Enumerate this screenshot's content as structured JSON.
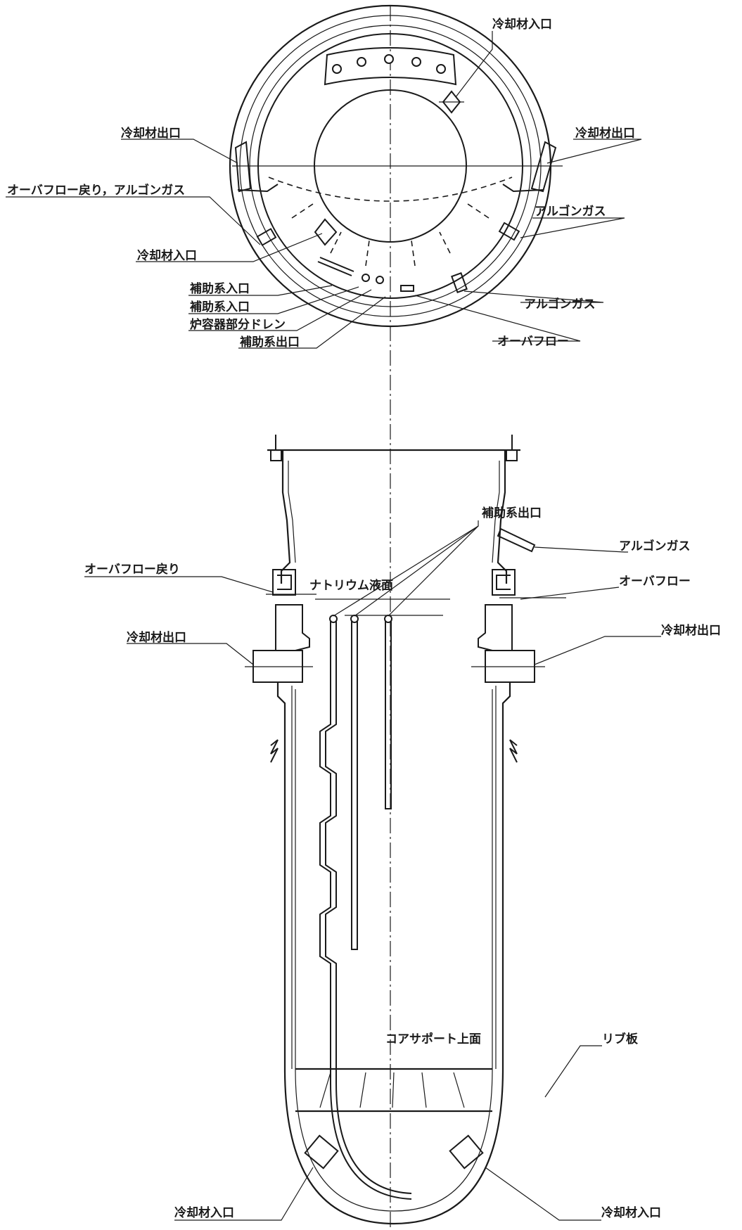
{
  "labels": {
    "top_coolant_inlet_top": "冷却材入口",
    "top_coolant_outlet_left": "冷却材出口",
    "top_coolant_outlet_right": "冷却材出口",
    "top_overflow_return_argon": "オーバフロー戻り，アルゴンガス",
    "top_coolant_inlet_left": "冷却材入口",
    "top_argon_gas_1": "アルゴンガス",
    "top_aux_inlet_1": "補助系入口",
    "top_aux_inlet_2": "補助系入口",
    "top_vessel_drain": "炉容器部分ドレン",
    "top_aux_outlet": "補助系出口",
    "top_argon_gas_2": "アルゴンガス",
    "top_overflow": "オーバフロー",
    "side_aux_outlet": "補助系出口",
    "side_argon_gas": "アルゴンガス",
    "side_overflow_return": "オーバフロー戻り",
    "side_sodium_level": "ナトリウム液面",
    "side_overflow": "オーバフロー",
    "side_coolant_outlet_left": "冷却材出口",
    "side_coolant_outlet_right": "冷却材出口",
    "side_core_support_top": "コアサポート上面",
    "side_rib_plate": "リブ板",
    "side_coolant_inlet_left": "冷却材入口",
    "side_coolant_inlet_right": "冷却材入口"
  },
  "colors": {
    "ink": "#1a1a1a",
    "paper": "#ffffff"
  }
}
